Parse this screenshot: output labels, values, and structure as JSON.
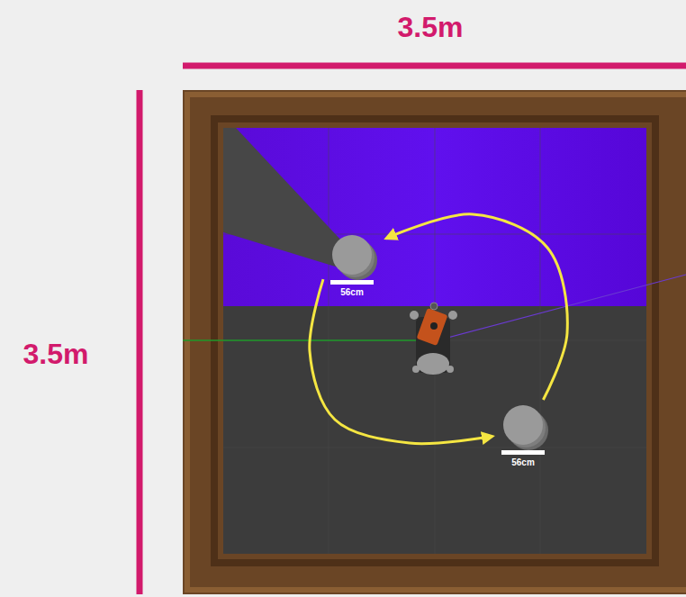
{
  "diagram": {
    "nodes": [
      {
        "text": [
          "56cm"
        ]
      },
      {
        "text": [
          "56cm"
        ]
      }
    ],
    "edges": [
      {
        "from": 0,
        "to": 1,
        "arrow": "to"
      },
      {
        "from": 1,
        "to": 0,
        "arrow": "to"
      }
    ],
    "labels": [
      "3.5m",
      "3.5m"
    ]
  }
}
